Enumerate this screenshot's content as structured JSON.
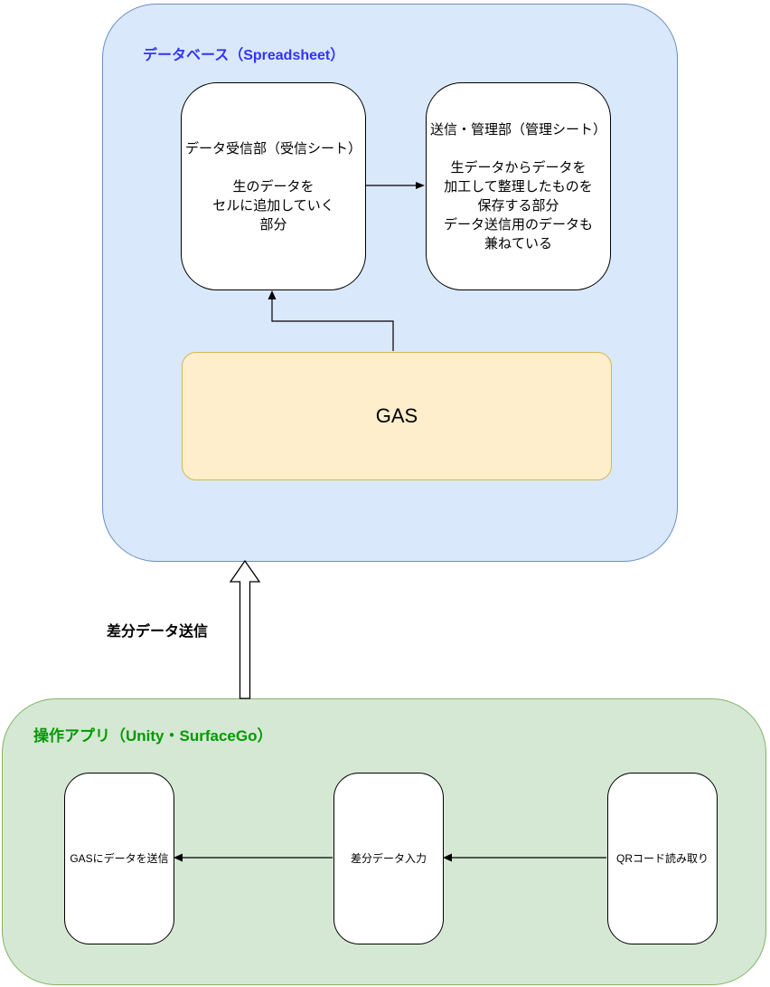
{
  "diagram": {
    "database": {
      "title": "データベース（Spreadsheet）",
      "receiver": {
        "title": "データ受信部（受信シート）",
        "body": "生のデータを\nセルに追加していく\n部分"
      },
      "manager": {
        "title": "送信・管理部（管理シート）",
        "body": "生データからデータを\n加工して整理したものを\n保存する部分\nデータ送信用のデータも\n兼ねている"
      },
      "gas": {
        "label": "GAS"
      }
    },
    "app": {
      "title": "操作アプリ（Unity・SurfaceGo）",
      "send": {
        "label": "GASにデータを送信"
      },
      "diff_input": {
        "label": "差分データ入力"
      },
      "qr": {
        "label": "QRコード読み取り"
      }
    },
    "flow": {
      "upload_label": "差分データ送信"
    },
    "colors": {
      "db_fill": "#dae8fc",
      "db_border": "#6c8ebf",
      "db_title": "#3333ff",
      "app_fill": "#d5e8d4",
      "app_border": "#82b366",
      "app_title": "#009a00",
      "gas_fill": "#ffeecb",
      "gas_border": "#d6b656",
      "connector": "#000000"
    }
  }
}
